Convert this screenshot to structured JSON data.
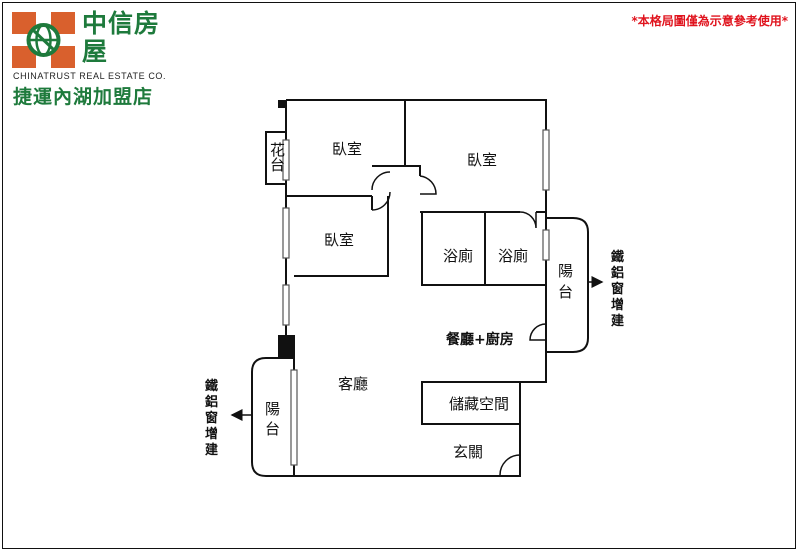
{
  "brand": {
    "name_cn": "中信房屋",
    "name_en": "CHINATRUST REAL ESTATE CO.",
    "branch": "捷運內湖加盟店",
    "logo_colors": {
      "primary": "#d9602d",
      "secondary": "#1e7a3c"
    },
    "logo_icon": "globe-icon"
  },
  "disclaimer": "*本格局圖僅為示意參考使用*",
  "rooms": {
    "bedroom_1": "臥室",
    "bedroom_2": "臥室",
    "bedroom_3": "臥室",
    "bath_1": "浴廁",
    "bath_2": "浴廁",
    "living": "客廳",
    "dining_kitchen": "餐廳+廚房",
    "storage": "儲藏空間",
    "entrance": "玄關",
    "flower_bed": [
      "花",
      "台"
    ],
    "balcony_right": [
      "陽",
      "台"
    ],
    "balcony_left": [
      "陽",
      "台"
    ]
  },
  "notes": {
    "right": [
      "鐵",
      "鋁",
      "窗",
      "增",
      "建"
    ],
    "left": [
      "鐵",
      "鋁",
      "窗",
      "增",
      "建"
    ]
  }
}
